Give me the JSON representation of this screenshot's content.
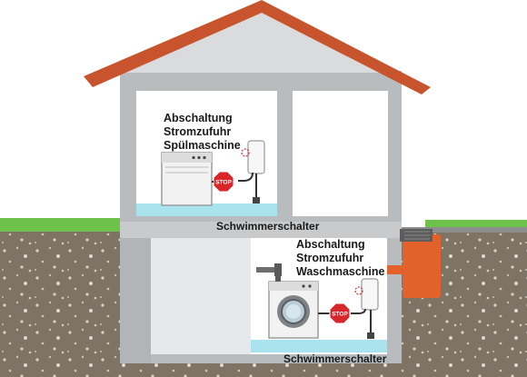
{
  "upper_room": {
    "label_lines": [
      "Abschaltung",
      "Stromzufuhr",
      "Spülmaschine"
    ],
    "float_switch_label": "Schwimmerschalter",
    "stop_sign": "STOP"
  },
  "basement": {
    "label_lines": [
      "Abschaltung",
      "Stromzufuhr",
      "Waschmaschine"
    ],
    "float_switch_label": "Schwimmerschalter",
    "stop_sign": "STOP"
  },
  "colors": {
    "roof": "#c8542e",
    "wall": "#b9bcbf",
    "water": "#a9e4ee",
    "grass": "#6dc24a",
    "soil": "#7e7466",
    "stop": "#d8262a",
    "drain_pipe": "#e3612b"
  }
}
